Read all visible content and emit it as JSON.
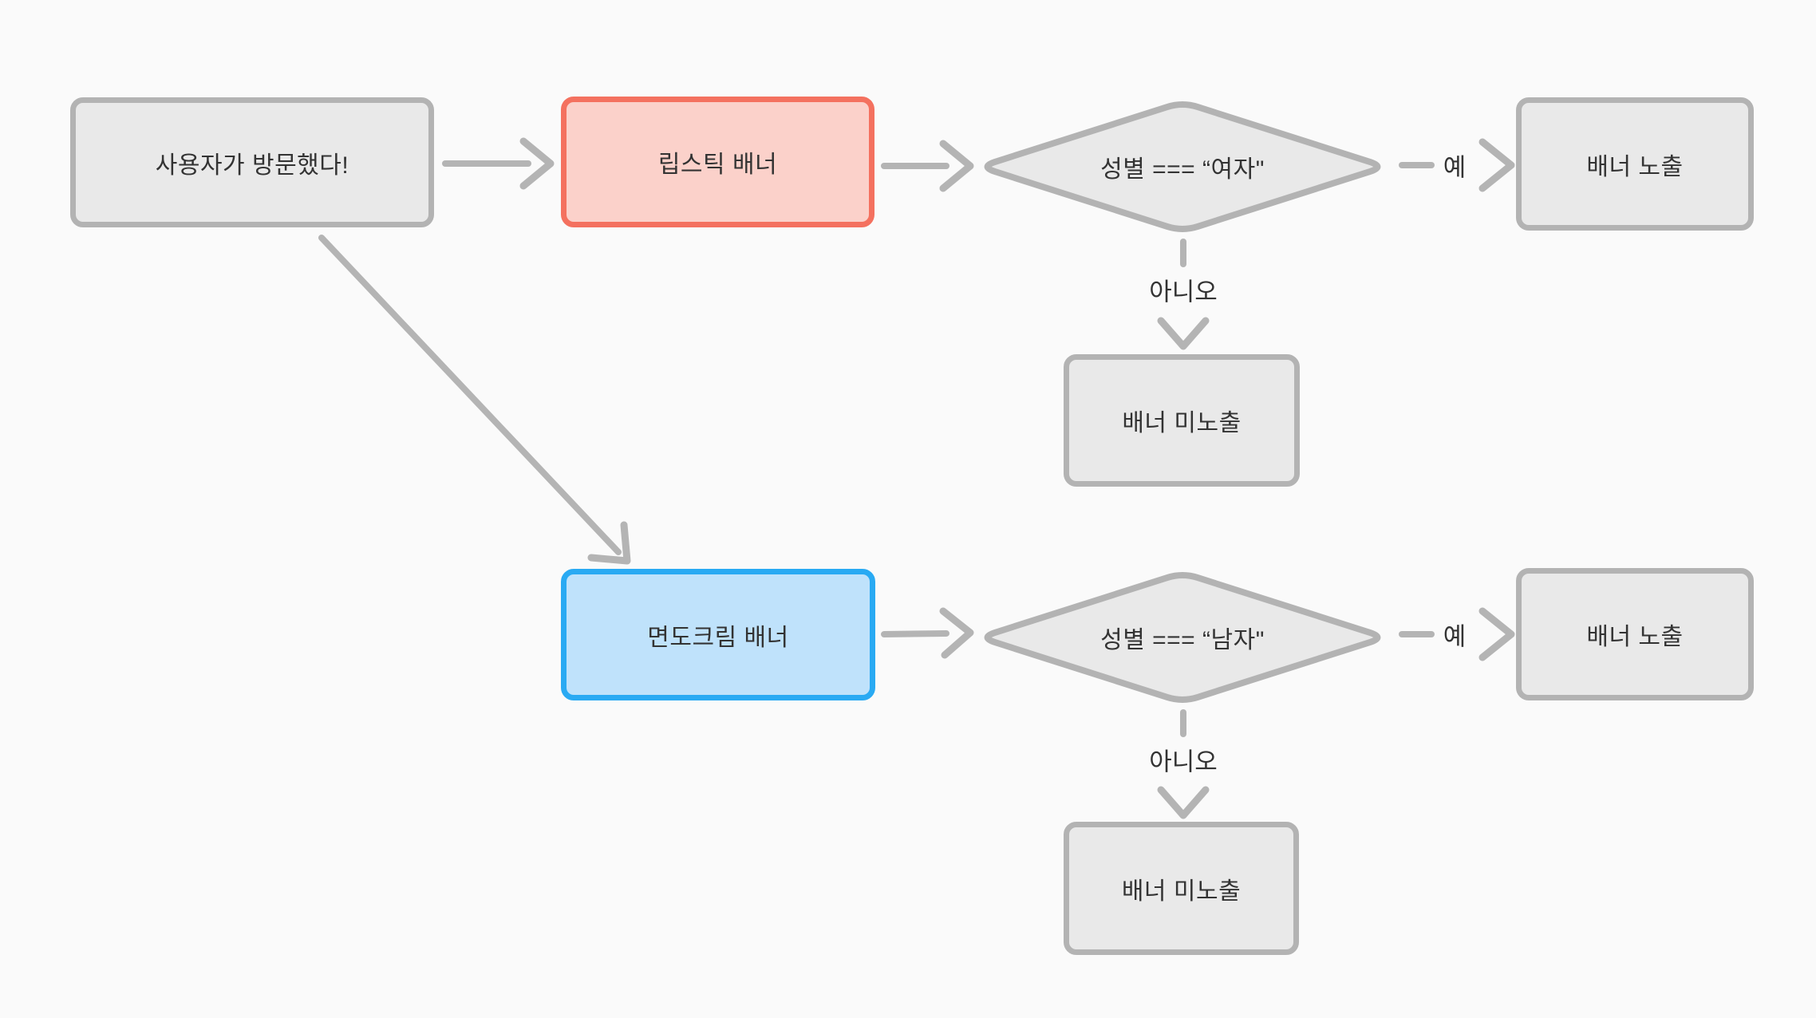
{
  "diagram": {
    "title": "banner-targeting-flowchart",
    "theme": {
      "bg": "#fafafa",
      "node-fill": "#e9e9e9",
      "node-border": "#b3b3b3",
      "red-fill": "#fbd1ca",
      "red-border": "#f4715f",
      "blue-fill": "#bfe2fb",
      "blue-border": "#29aaf3",
      "arrow": "#b4b4b4",
      "text": "#333333"
    },
    "nodes": {
      "start": {
        "label": "사용자가 방문했다!"
      },
      "lipstick": {
        "label": "립스틱 배너"
      },
      "female_check": {
        "label": "성별 === “여자\""
      },
      "banner_show_top": {
        "label": "배너 노출"
      },
      "banner_hide_top": {
        "label": "배너 미노출"
      },
      "shaving": {
        "label": "면도크림 배너"
      },
      "male_check": {
        "label": "성별 === “남자\""
      },
      "banner_show_bottom": {
        "label": "배너 노출"
      },
      "banner_hide_bottom": {
        "label": "배너 미노출"
      }
    },
    "edge_labels": {
      "yes_top": "예",
      "no_top": "아니오",
      "yes_bottom": "예",
      "no_bottom": "아니오"
    }
  }
}
